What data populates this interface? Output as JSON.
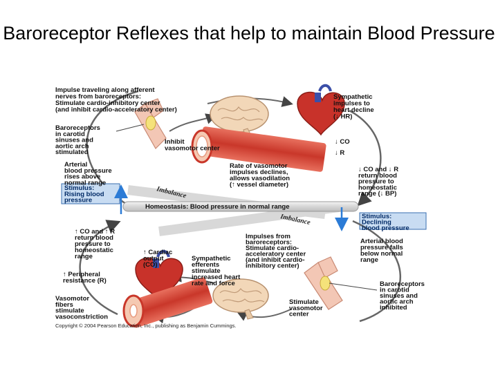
{
  "title": "Baroreceptor Reflexes that help to maintain Blood Pressure",
  "labels": {
    "impulse_afferent": [
      "Impulse traveling along afferent",
      "nerves from baroreceptors:",
      "Stimulate cardio-inhibitory center",
      "(and inhibit cardio-acceleratory center)"
    ],
    "symp_decline": [
      "Sympathetic",
      "impulses to",
      "heart decline",
      "(↓ HR)"
    ],
    "baro_stimulated": [
      "Baroreceptors",
      "in carotid",
      "sinuses and",
      "aortic arch",
      "stimulated"
    ],
    "inhibit_vasomotor": [
      "Inhibit",
      "vasomotor center"
    ],
    "co_down": "↓ CO",
    "r_down": "↓ R",
    "arterial_rises": [
      "Arterial",
      "blood pressure",
      "rises above",
      "normal range"
    ],
    "rate_vasomotor": [
      "Rate of vasomotor",
      "impulses declines,",
      "allows vasodilation",
      "(↑ vessel diameter)"
    ],
    "co_r_return_down": [
      "↓ CO and ↓ R",
      "return blood",
      "pressure to",
      "homeostatic",
      "range (↓ BP)"
    ],
    "stimulus_rising": [
      "Stimulus:",
      "Rising blood",
      "pressure"
    ],
    "homeostasis": "Homeostasis: Blood pressure in normal range",
    "imbalance_top": "Imbalance",
    "imbalance_bottom": "Imbalance",
    "stimulus_declining": [
      "Stimulus:",
      "Declining",
      "blood pressure"
    ],
    "co_r_return_up": [
      "↑ CO and ↑ R",
      "return blood",
      "pressure to",
      "homeostatic",
      "range"
    ],
    "impulses_baro": [
      "Impulses from",
      "baroreceptors:",
      "Stimulate cardio-",
      "acceleratory center",
      "(and inhibit cardio-",
      "inhibitory center)"
    ],
    "arterial_falls": [
      "Arterial blood",
      "pressure falls",
      "below normal",
      "range"
    ],
    "cardiac_output": [
      "↑ Cardiac",
      "output",
      "(CO)"
    ],
    "symp_efferents": [
      "Sympathetic",
      "efferents",
      "stimulate",
      "increased heart",
      "rate and force"
    ],
    "peripheral_res": [
      "↑ Peripheral",
      "resistance (R)"
    ],
    "baro_inhibited": [
      "Baroreceptors",
      "in carotid",
      "sinuses and",
      "aortic arch",
      "inhibited"
    ],
    "vasomotor_fibers": [
      "Vasomotor",
      "fibers",
      "stimulate",
      "vasoconstriction"
    ],
    "stimulate_vasomotor": [
      "Stimulate",
      "vasomotor",
      "center"
    ]
  },
  "copyright": "Copyright © 2004 Pearson Education, Inc., publishing as Benjamin Cummings.",
  "colors": {
    "stimulus_box": "#c8dcf2",
    "stimulus_border": "#3a6fb0",
    "arrow": "#555555",
    "blue_arrow": "#2b7bd6",
    "vessel": "#d84a3a",
    "brain": "#f2d7b8",
    "heart": "#c8322a"
  }
}
